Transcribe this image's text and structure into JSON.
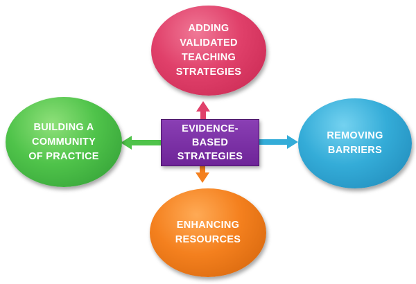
{
  "center": {
    "label": "EVIDENCE-\nBASED\nSTRATEGIES"
  },
  "nodes": {
    "top": "ADDING\nVALIDATED\nTEACHING\nSTRATEGIES",
    "left": "BUILDING A\nCOMMUNITY\nOF PRACTICE",
    "right": "REMOVING\nBARRIERS",
    "bottom": "ENHANCING\nRESOURCES"
  },
  "colors": {
    "center": "#7a2fa8",
    "top": "#e0406a",
    "left": "#4fc34a",
    "right": "#34acd8",
    "bottom": "#f4801e"
  }
}
